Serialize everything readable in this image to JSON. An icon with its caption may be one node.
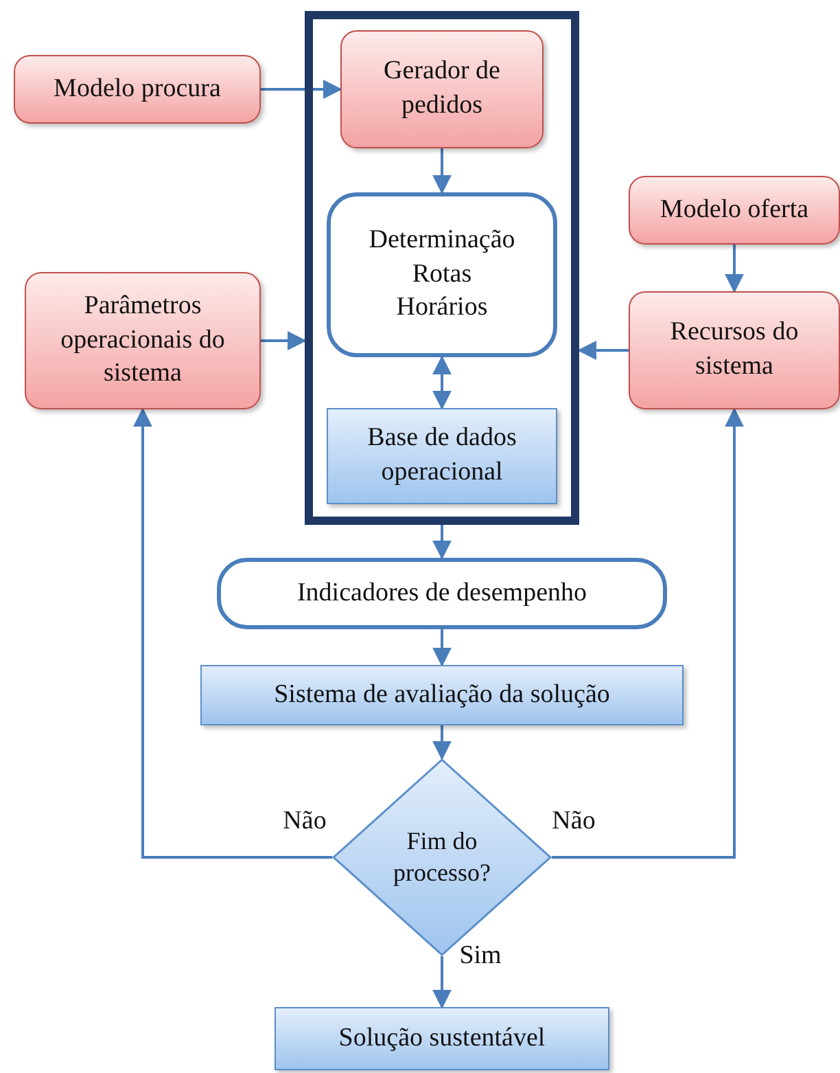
{
  "diagram": {
    "nodes": [
      {
        "text": [
          "Modelo procura"
        ]
      },
      {
        "text": [],
        "shape": "box"
      },
      {
        "text": [
          "Gerador de pedidos"
        ],
        "in": 1
      },
      {
        "text": [
          "Determinação Rotas Horários"
        ],
        "in": 1
      },
      {
        "text": [
          "Base de dados operacional"
        ],
        "in": 1
      },
      {
        "text": [
          "Modelo oferta"
        ]
      },
      {
        "text": [
          "Parâmetros operacionais do sistema"
        ]
      },
      {
        "text": [
          "Recursos do sistema"
        ]
      },
      {
        "text": [
          "Indicadores de desempenho"
        ]
      },
      {
        "text": [
          "Sistema de avaliação da solução"
        ]
      },
      {
        "text": [
          "Fim do processo?"
        ]
      },
      {
        "text": [
          "Solução sustentável"
        ]
      }
    ],
    "edges": [
      {
        "from": 0,
        "to": 2,
        "arrow": "to"
      },
      {
        "from": 2,
        "to": 3,
        "arrow": "to"
      },
      {
        "from": 3,
        "to": 4,
        "arrow": "both"
      },
      {
        "from": 6,
        "to": 1,
        "arrow": "to"
      },
      {
        "from": 7,
        "to": 1,
        "arrow": "to"
      },
      {
        "from": 5,
        "to": 7,
        "arrow": "to"
      },
      {
        "from": 1,
        "to": 8,
        "arrow": "to"
      },
      {
        "from": 8,
        "to": 9,
        "arrow": "to"
      },
      {
        "from": 9,
        "to": 10,
        "arrow": "to"
      },
      {
        "from": 10,
        "to": 6,
        "arrow": "to",
        "label": "Não"
      },
      {
        "from": 10,
        "to": 7,
        "arrow": "to",
        "label": "Não"
      },
      {
        "from": 10,
        "to": 11,
        "arrow": "to",
        "label": "Sim"
      }
    ]
  }
}
